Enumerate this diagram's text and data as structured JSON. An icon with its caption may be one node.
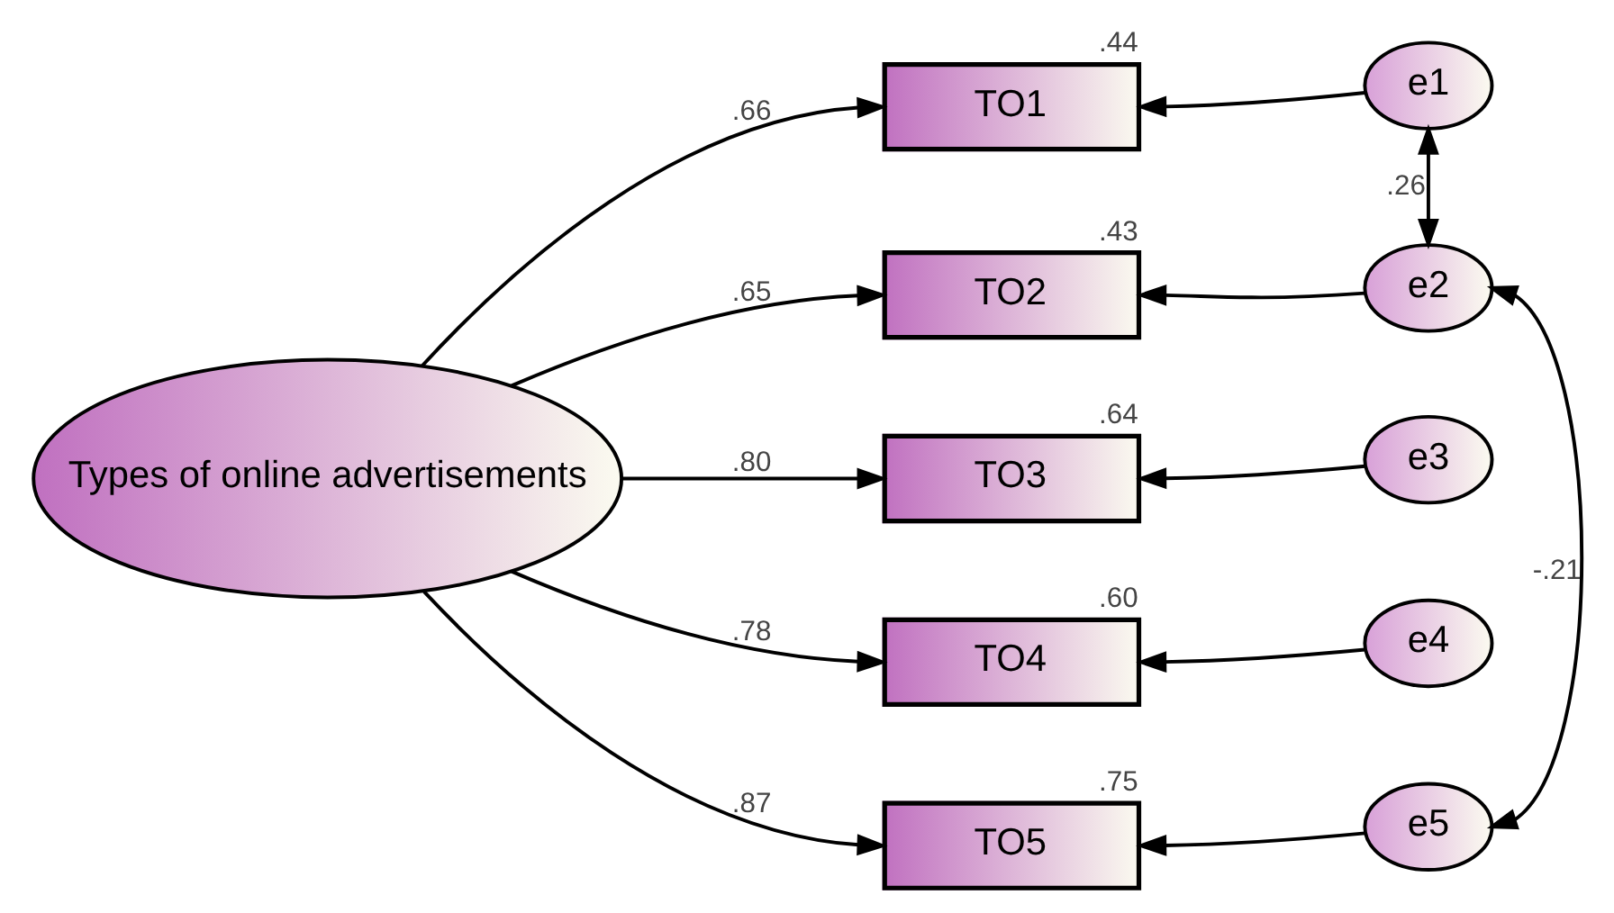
{
  "diagram": {
    "nodes": [
      {
        "text": [
          "Types of online advertisements"
        ]
      },
      {
        "text": [
          "TO1"
        ],
        "beside": [
          ".44"
        ]
      },
      {
        "text": [
          "TO2"
        ],
        "beside": [
          ".43"
        ]
      },
      {
        "text": [
          "TO3"
        ],
        "beside": [
          ".64"
        ]
      },
      {
        "text": [
          "TO4"
        ],
        "beside": [
          ".60"
        ]
      },
      {
        "text": [
          "TO5"
        ],
        "beside": [
          ".75"
        ]
      },
      {
        "text": [
          "e1"
        ]
      },
      {
        "text": [
          "e2"
        ]
      },
      {
        "text": [
          "e3"
        ]
      },
      {
        "text": [
          "e4"
        ]
      },
      {
        "text": [
          "e5"
        ]
      }
    ],
    "edges": [
      {
        "from": 0,
        "to": 1,
        "arrow": "to",
        "label": ".66"
      },
      {
        "from": 0,
        "to": 2,
        "arrow": "to",
        "label": ".65"
      },
      {
        "from": 0,
        "to": 3,
        "arrow": "to",
        "label": ".80"
      },
      {
        "from": 0,
        "to": 4,
        "arrow": "to",
        "label": ".78"
      },
      {
        "from": 0,
        "to": 5,
        "arrow": "to",
        "label": ".87"
      },
      {
        "from": 6,
        "to": 1,
        "arrow": "to"
      },
      {
        "from": 7,
        "to": 2,
        "arrow": "to"
      },
      {
        "from": 8,
        "to": 3,
        "arrow": "to"
      },
      {
        "from": 9,
        "to": 4,
        "arrow": "to"
      },
      {
        "from": 10,
        "to": 5,
        "arrow": "to"
      },
      {
        "from": 6,
        "to": 7,
        "arrow": "both",
        "label": ".26"
      },
      {
        "from": 7,
        "to": 10,
        "arrow": "both",
        "label": "-.21"
      }
    ]
  }
}
